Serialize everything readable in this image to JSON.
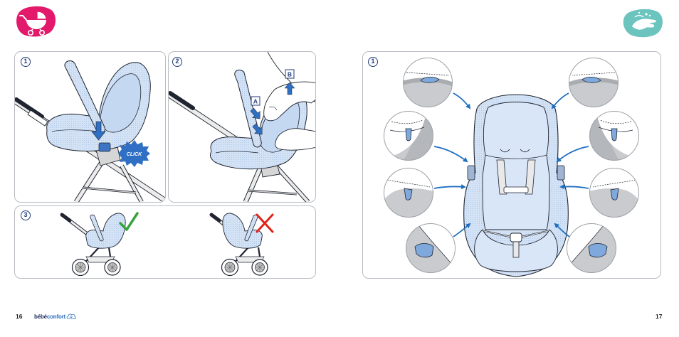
{
  "left_page": {
    "header": {
      "icon": "stroller-icon",
      "color": "#e3196c"
    },
    "step1": {
      "number": "1",
      "badge_text": "CLICK",
      "arrow_icon": "down-arrow-icon"
    },
    "step2": {
      "number": "2",
      "marker_a": "A",
      "marker_b": "B"
    },
    "step3": {
      "number": "3",
      "correct_icon": "checkmark-icon",
      "incorrect_icon": "cross-icon"
    },
    "footer": {
      "page_number": "16",
      "brand_prefix": "bébé",
      "brand_suffix": "confort",
      "brand_icon": "baby-cloud-icon"
    }
  },
  "right_page": {
    "header": {
      "icon": "hand-wash-icon",
      "color": "#6cc4bf"
    },
    "step1": {
      "number": "1",
      "inset_icon": "cover-clip-icon"
    },
    "footer": {
      "page_number": "17"
    }
  },
  "colors": {
    "illustration_blue": "#d3e2f5",
    "arrow_blue": "#2f6fc4",
    "check_green": "#36a33b",
    "cross_red": "#e2231a",
    "number_navy": "#1f3a78",
    "panel_border": "#b8bcc2"
  }
}
